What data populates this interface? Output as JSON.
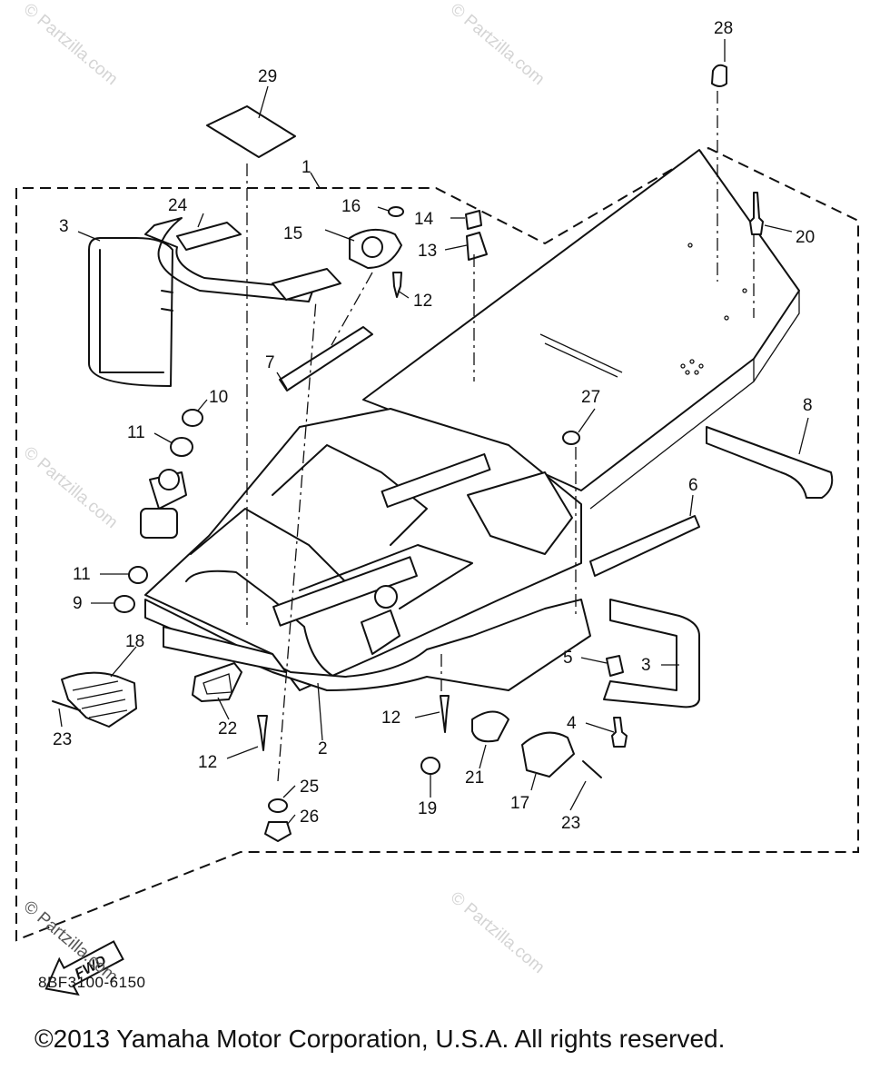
{
  "watermark": "© Partzilla.com",
  "fwd_label": "FWD",
  "diagram_code": "8BF3100-6150",
  "copyright": "©2013  Yamaha Motor Corporation, U.S.A. All rights reserved.",
  "callouts": [
    "1",
    "2",
    "3",
    "3",
    "4",
    "5",
    "6",
    "7",
    "8",
    "9",
    "10",
    "11",
    "11",
    "12",
    "12",
    "12",
    "12",
    "13",
    "14",
    "15",
    "16",
    "17",
    "18",
    "19",
    "20",
    "21",
    "22",
    "23",
    "23",
    "24",
    "25",
    "26",
    "27",
    "28",
    "29"
  ]
}
